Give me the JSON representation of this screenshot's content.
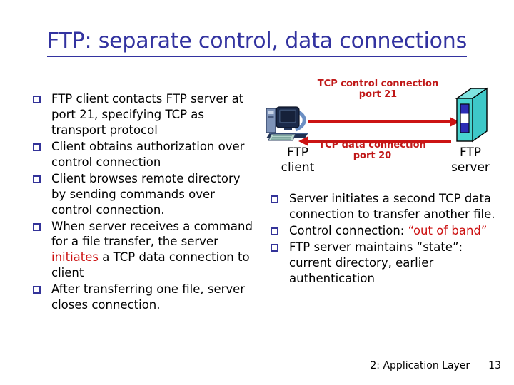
{
  "slide": {
    "title": "FTP: separate control, data connections",
    "title_color": "#3333a0"
  },
  "left_bullets": [
    {
      "text": "FTP client contacts FTP server at port 21, specifying TCP as transport protocol"
    },
    {
      "text": "Client obtains authorization over control connection"
    },
    {
      "text": "Client browses remote directory by sending commands over control connection."
    },
    {
      "pre": "When server receives a command for a file transfer, the server ",
      "hl": "initiates",
      "post": " a TCP data connection to client"
    },
    {
      "text": "After transferring one file, server closes connection."
    }
  ],
  "right_bullets": [
    {
      "text": "Server initiates a second TCP data connection to transfer another file."
    },
    {
      "pre": "Control connection: ",
      "hl": "“out of band”",
      "post": ""
    },
    {
      "text": "FTP server maintains “state”: current directory, earlier authentication"
    }
  ],
  "diagram": {
    "control_label": "TCP control connection\nport 21",
    "data_label": "TCP data connection\nport 20",
    "client_label": "FTP\nclient",
    "server_label": "FTP\nserver",
    "arrow_color": "#cc1414",
    "label_color": "#c01818",
    "client_icon": "desktop-computer-icon",
    "server_icon": "server-tower-icon",
    "arrow_top_direction": "right",
    "arrow_bottom_direction": "left"
  },
  "footer": {
    "chapter": "2: Application Layer",
    "page": "13"
  },
  "bullet_marker": {
    "shape": "square-outline",
    "color": "#333399"
  }
}
